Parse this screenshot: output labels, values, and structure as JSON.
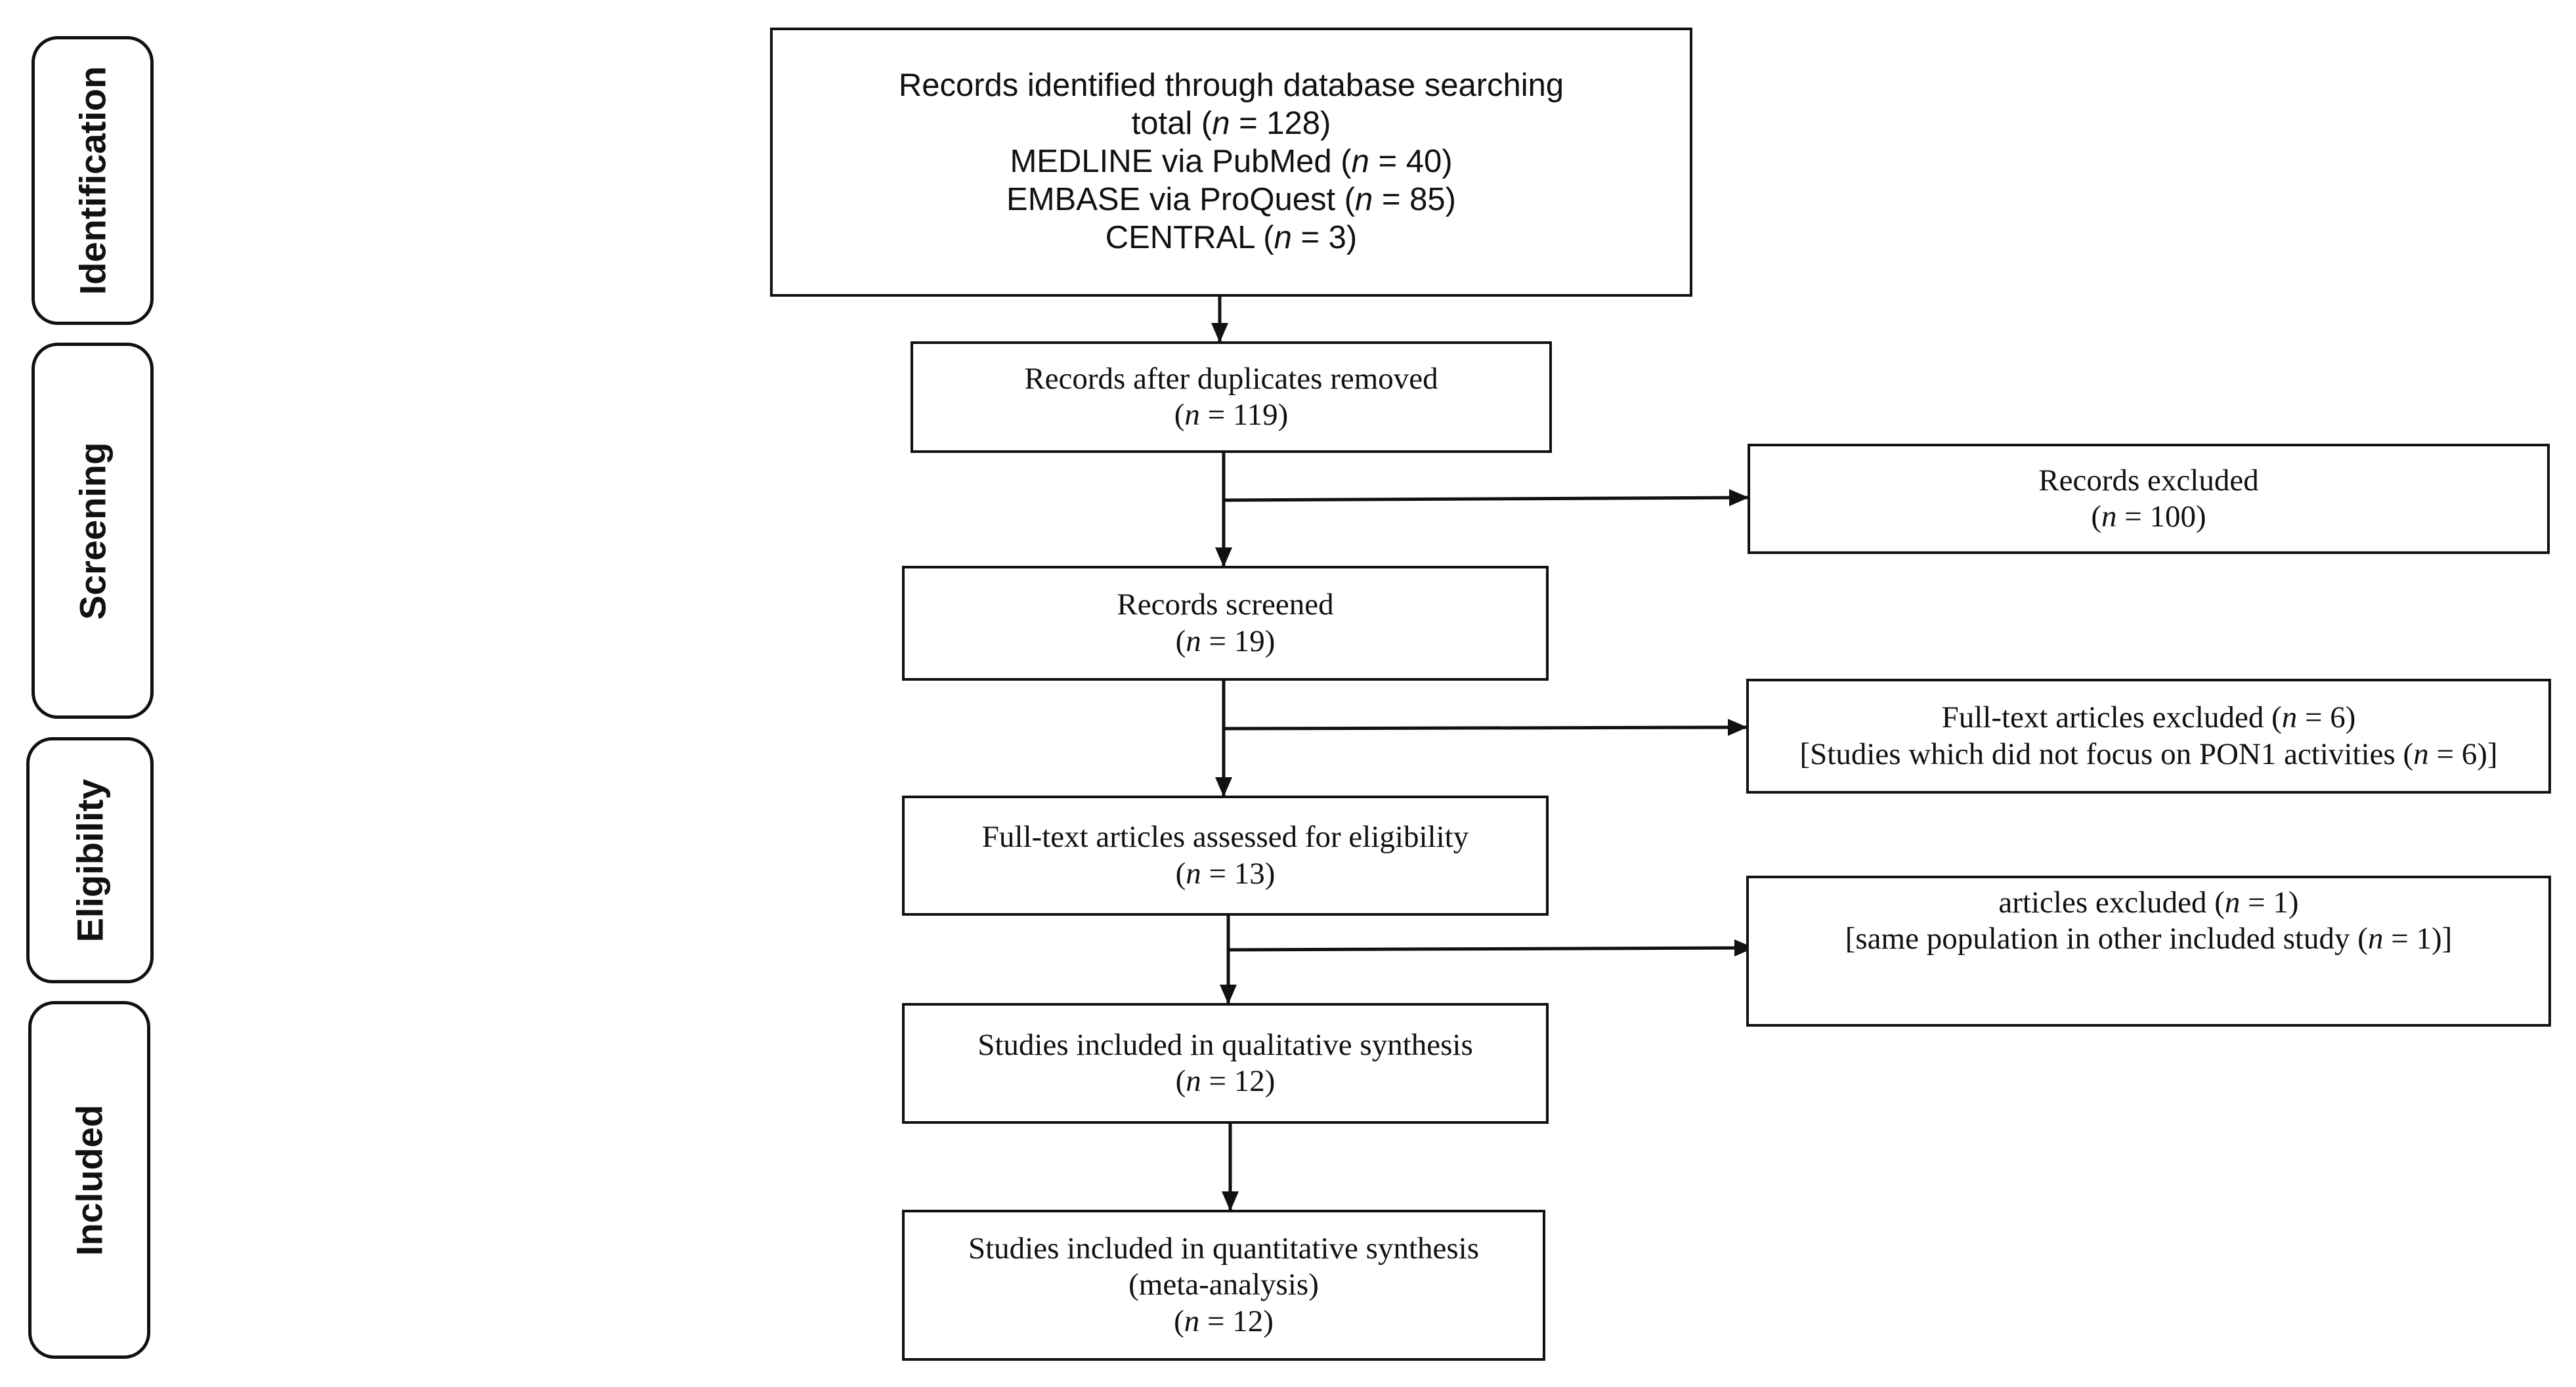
{
  "phases": [
    "Identification",
    "Screening",
    "Eligibility",
    "Included"
  ],
  "boxes": {
    "identified": [
      "Records identified through database searching",
      "total (n = 128)",
      "MEDLINE via PubMed (n = 40)",
      "EMBASE via ProQuest (n = 85)",
      "CENTRAL (n = 3)"
    ],
    "after_duplicates": [
      "Records after duplicates removed",
      "(n = 119)"
    ],
    "records_excluded": [
      "Records excluded",
      "(n = 100)"
    ],
    "screened": [
      "Records screened",
      "(n = 19)"
    ],
    "fulltext_excluded": [
      "Full-text articles excluded (n = 6)",
      "[Studies which did not focus on PON1 activities (n = 6)]"
    ],
    "assessed": [
      "Full-text articles assessed for eligibility",
      "(n = 13)"
    ],
    "articles_excluded": [
      "articles excluded (n = 1)",
      "[same population in other included study (n = 1)]"
    ],
    "qualitative": [
      "Studies included in qualitative synthesis",
      "(n = 12)"
    ],
    "quantitative": [
      "Studies included in quantitative synthesis",
      "(meta-analysis)",
      "(n = 12)"
    ]
  }
}
